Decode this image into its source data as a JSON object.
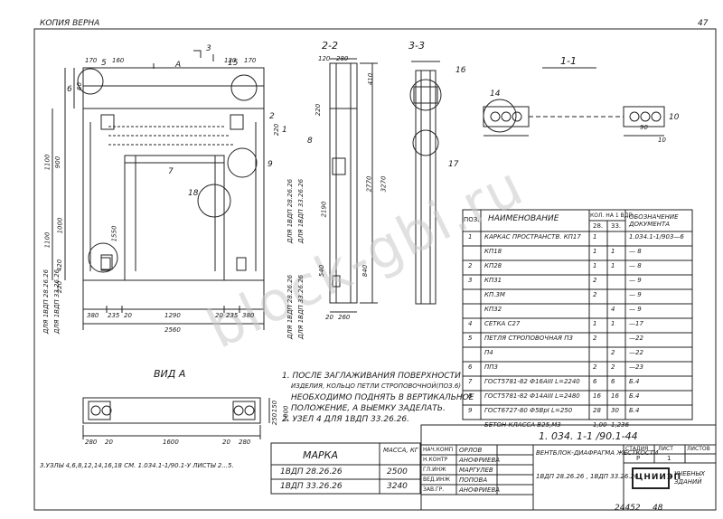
{
  "header": {
    "copy_label": "КОПИЯ ВЕРНА",
    "sheet_number": "47"
  },
  "sections": {
    "s1": "1-1",
    "s2": "2-2",
    "s3": "3-3",
    "view_a": "ВИД А",
    "arrow_a": "А"
  },
  "dimensions": {
    "plan_top": [
      "170",
      "160",
      "120",
      "170"
    ],
    "plan_bottom": [
      "380",
      "235",
      "20",
      "1290",
      "20",
      "235",
      "380"
    ],
    "plan_total": "2560",
    "plan_left": [
      "900",
      "1100",
      "1000",
      "1100",
      "220",
      "420"
    ],
    "plan_inner": [
      "1550",
      "60",
      "220",
      "540",
      "840",
      "2190",
      "2770",
      "3270"
    ],
    "section2": [
      "120",
      "280",
      "220",
      "410"
    ],
    "section2_bottom": [
      "20",
      "260"
    ],
    "viewa": [
      "280",
      "20",
      "1600",
      "20",
      "280"
    ],
    "viewa_right": [
      "150",
      "250",
      "1000"
    ],
    "detail": [
      "90",
      "10"
    ]
  },
  "marks": [
    "1",
    "2",
    "3",
    "5",
    "6",
    "7",
    "8",
    "9",
    "10",
    "14",
    "15",
    "16",
    "17",
    "18"
  ],
  "side_labels": [
    "ДЛЯ 1ВДП 28.26.26",
    "ДЛЯ 1ВДП 33.26.26"
  ],
  "spec": {
    "head": {
      "pos": "ПОЗ.",
      "name": "НАИМЕНОВАНИЕ",
      "qty": "КОЛ. НА 1 ВДП",
      "q1": "28.",
      "q2": "33.",
      "doc": "ОБОЗНАЧЕНИЕ ДОКУМЕНТА"
    },
    "rows": [
      {
        "pos": "1",
        "name": "КАРКАС ПРОСТРАНСТВ. КП17",
        "q1": "1",
        "q2": "",
        "doc": "1.034.1-1/903—6"
      },
      {
        "pos": "",
        "name": "КП18",
        "q1": "1",
        "q2": "1",
        "doc": "— 8"
      },
      {
        "pos": "2",
        "name": "КП28",
        "q1": "1",
        "q2": "1",
        "doc": "— 8"
      },
      {
        "pos": "3",
        "name": "КП31",
        "q1": "2",
        "q2": "",
        "doc": "— 9"
      },
      {
        "pos": "",
        "name": "КП.3М",
        "q1": "2",
        "q2": "",
        "doc": "— 9"
      },
      {
        "pos": "",
        "name": "КП32",
        "q1": "",
        "q2": "4",
        "doc": "— 9"
      },
      {
        "pos": "4",
        "name": "СЕТКА С27",
        "q1": "1",
        "q2": "1",
        "doc": "—17"
      },
      {
        "pos": "5",
        "name": "ПЕТЛЯ СТРОПОВОЧНАЯ П3",
        "q1": "2",
        "q2": "",
        "doc": "—22"
      },
      {
        "pos": "",
        "name": "П4",
        "q1": "",
        "q2": "2",
        "doc": "—22"
      },
      {
        "pos": "6",
        "name": "ПП3",
        "q1": "2",
        "q2": "2",
        "doc": "—23"
      },
      {
        "pos": "7",
        "name": "ГОСТ5781-82 Ф16АIII L=2240",
        "q1": "6",
        "q2": "6",
        "doc": "Б.4"
      },
      {
        "pos": "8",
        "name": "ГОСТ5781-82 Ф14АIII L=2480",
        "q1": "16",
        "q2": "16",
        "doc": "Б.4"
      },
      {
        "pos": "9",
        "name": "ГОСТ6727-80 Ф5ВрI L=250",
        "q1": "28",
        "q2": "30",
        "doc": "Б.4"
      },
      {
        "pos": "",
        "name": "БЕТОН КЛАССА В25,М3",
        "q1": "1,00",
        "q2": "1,236",
        "doc": ""
      }
    ]
  },
  "notes": [
    "1. ПОСЛЕ ЗАГЛАЖИВАНИЯ ПОВЕРХНОСТИ",
    "ИЗДЕЛИЯ, КОЛЬЦО ПЕТЛИ СТРОПОВОЧНОЙ(ПОЗ.6)",
    "НЕОБХОДИМО ПОДНЯТЬ В ВЕРТИКАЛЬНОЕ",
    "ПОЛОЖЕНИЕ, А ВЫЕМКУ ЗАДЕЛАТЬ.",
    "2. УЗЕЛ 4 ДЛЯ 1ВДП 33.26.26."
  ],
  "bottom_note": "3.УЗЛЫ 4,6,8,12,14,16,18 СМ. 1.034.1-1/90.1-У  ЛИСТЫ 2...5.",
  "marka_table": {
    "h1": "МАРКА",
    "h2": "МАССА, КГ",
    "rows": [
      {
        "mark": "1ВДП 28.26.26",
        "mass": "2500"
      },
      {
        "mark": "1ВДП 33.26.26",
        "mass": "3240"
      }
    ]
  },
  "title_block": {
    "doc_code": "1. 034. 1-1 /90.1-44",
    "roles": [
      "НАЧ.КОМП",
      "Н.КОНТР",
      "ГЛ.ИНЖ",
      "ВЕД.ИНЖ",
      "ЗАВ.ГР."
    ],
    "people": [
      "ОРЛОВ",
      "АНОФРИЕВА",
      "МАРГУЛЕВ",
      "ПОПОВА",
      "АНОФРИЕВА"
    ],
    "title1": "ВЕНТБЛОК-ДИАФРАГМА ЖЕСТКОСТИ",
    "title2": "1ВДП 28.26.26 , 1ВДП 33.26.26",
    "stage_h": "СТАДИЯ",
    "sheet_h": "ЛИСТ",
    "sheets_h": "ЛИСТОВ",
    "stage": "Р",
    "sheet": "1",
    "org": "ЦНИИЭП",
    "org_sub": "УЧЕБНЫХ ЗДАНИЙ",
    "inv": "24452",
    "inv_sheet": "48"
  },
  "watermark": "block-gbi.ru"
}
